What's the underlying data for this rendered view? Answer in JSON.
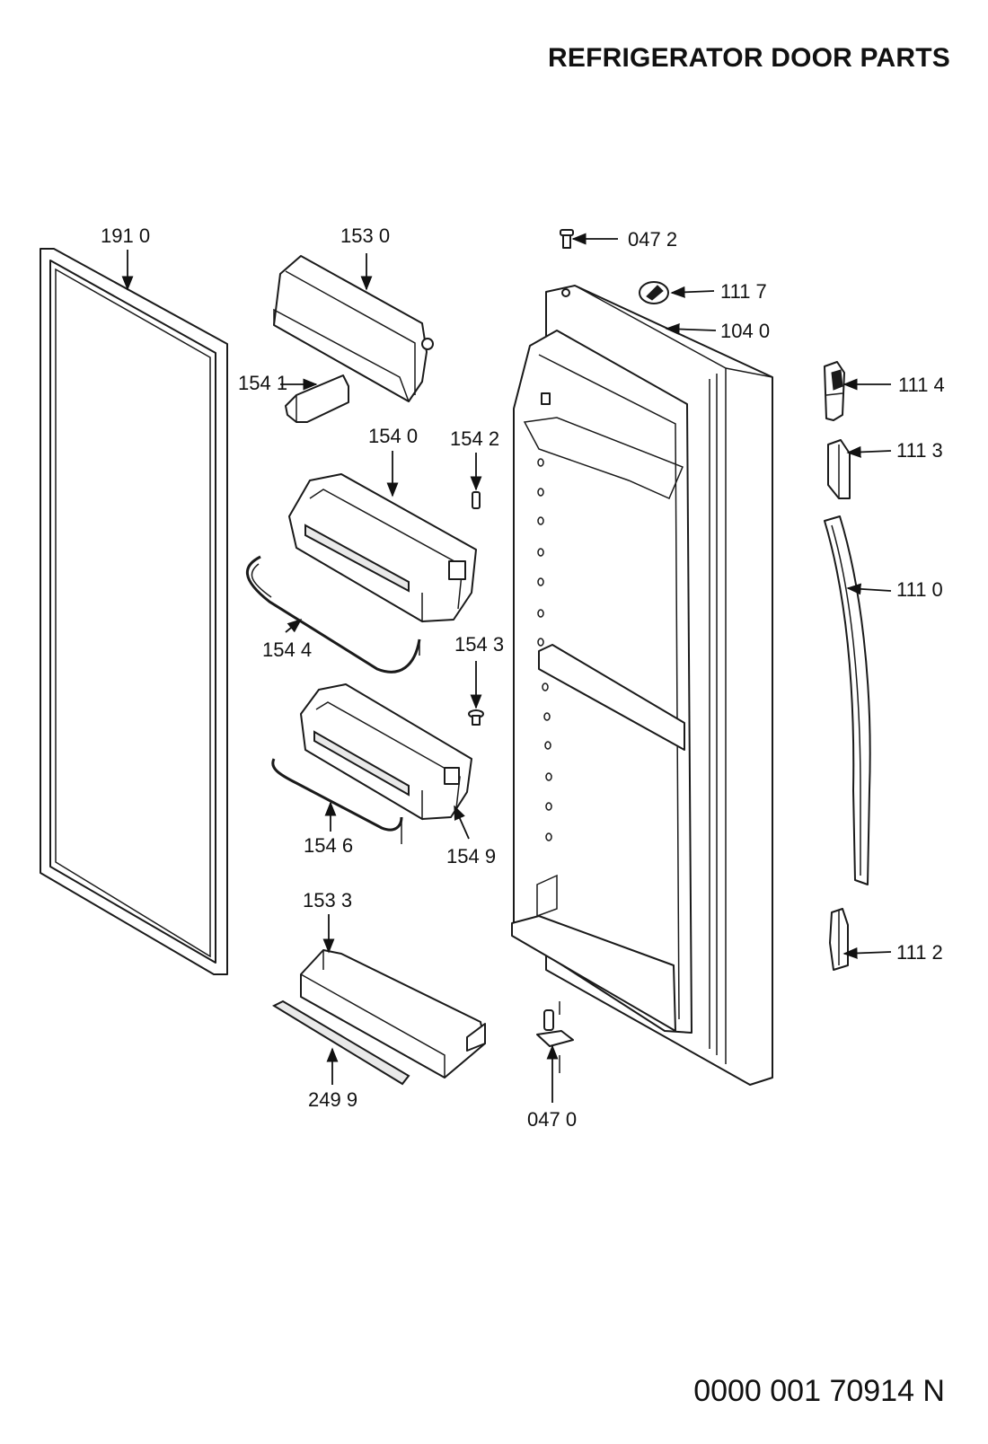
{
  "title": "REFRIGERATOR DOOR PARTS",
  "document_number": "0000 001 70914 N",
  "callouts": {
    "p1910": "191 0",
    "p1530": "153 0",
    "p0472": "047 2",
    "p1117": "111 7",
    "p1040": "104 0",
    "p1541": "154 1",
    "p1114": "111 4",
    "p1540": "154 0",
    "p1542": "154 2",
    "p1113": "111 3",
    "p1110": "111 0",
    "p1544": "154 4",
    "p1543": "154 3",
    "p1546": "154 6",
    "p1549": "154 9",
    "p1533": "153 3",
    "p1112": "111 2",
    "p2499": "249 9",
    "p0470": "047 0"
  }
}
